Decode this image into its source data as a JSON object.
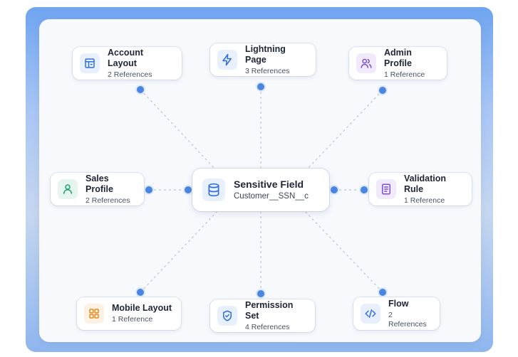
{
  "center": {
    "title": "Sensitive Field",
    "subtitle": "Customer__SSN__c",
    "icon": "database-icon",
    "color": "#2f6fdc"
  },
  "nodes": [
    {
      "id": "account-layout",
      "title": "Account Layout",
      "refs": "2 References",
      "icon": "layout-icon",
      "color": "#2f6fdc"
    },
    {
      "id": "lightning-page",
      "title": "Lightning Page",
      "refs": "3 References",
      "icon": "lightning-icon",
      "color": "#2f6fdc"
    },
    {
      "id": "admin-profile",
      "title": "Admin Profile",
      "refs": "1 Reference",
      "icon": "users-icon",
      "color": "#7b4fd8"
    },
    {
      "id": "sales-profile",
      "title": "Sales Profile",
      "refs": "2 References",
      "icon": "user-icon",
      "color": "#1fa37a"
    },
    {
      "id": "validation-rule",
      "title": "Validation Rule",
      "refs": "1 Reference",
      "icon": "document-icon",
      "color": "#7b4fd8"
    },
    {
      "id": "mobile-layout",
      "title": "Mobile Layout",
      "refs": "1 Reference",
      "icon": "grid-icon",
      "color": "#e8891f"
    },
    {
      "id": "permission-set",
      "title": "Permission Set",
      "refs": "4 References",
      "icon": "shield-icon",
      "color": "#2f6fdc"
    },
    {
      "id": "flow",
      "title": "Flow",
      "refs": "2 References",
      "icon": "code-icon",
      "color": "#2f6fdc"
    }
  ]
}
